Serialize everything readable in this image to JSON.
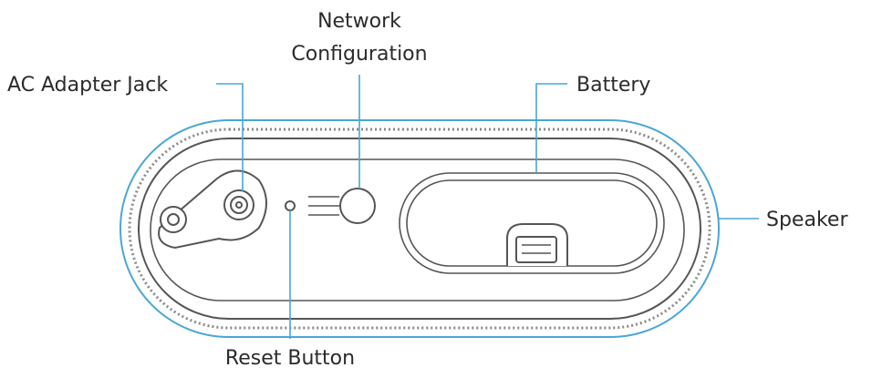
{
  "labels": {
    "ac_adapter_jack": "AC Adapter Jack",
    "network_configuration_line1": "Network",
    "network_configuration_line2": "Configuration",
    "battery": "Battery",
    "speaker": "Speaker",
    "reset_button": "Reset Button"
  },
  "colors": {
    "callout_line": "#4aa6d6",
    "outline": "#555555",
    "text": "#2b2b2b"
  }
}
